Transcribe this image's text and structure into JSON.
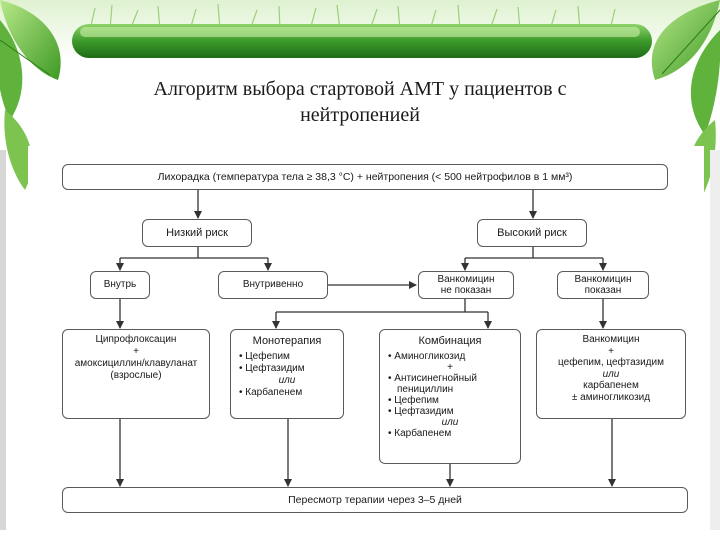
{
  "title": {
    "line1": "Алгоритм выбора стартовой АМТ у пациентов с",
    "line2": "нейтропенией"
  },
  "diagram": {
    "fever": "Лихорадка (температура тела ≥ 38,3 °С) + нейтропения (< 500 нейтрофилов в 1 мм³)",
    "low_risk": "Низкий риск",
    "high_risk": "Высокий риск",
    "oral": "Внутрь",
    "iv": "Внутривенно",
    "vanco_no": {
      "line1": "Ванкомицин",
      "line2": "не показан"
    },
    "vanco_yes": {
      "line1": "Ванкомицин",
      "line2": "показан"
    },
    "cipro": {
      "line1": "Ципрофлоксацин",
      "plus": "+",
      "line2": "амоксициллин/клавуланат",
      "line3": "(взрослые)"
    },
    "mono": {
      "header": "Монотерапия",
      "item1": "• Цефепим",
      "item2": "• Цефтазидим",
      "or": "или",
      "item3": "• Карбапенем"
    },
    "combo": {
      "header": "Комбинация",
      "item1": "• Аминогликозид",
      "plus": "+",
      "item2a": "• Антисинегнойный",
      "item2b": "пенициллин",
      "item3": "• Цефепим",
      "item4": "• Цефтазидим",
      "or": "или",
      "item5": "• Карбапенем"
    },
    "vanco_regimen": {
      "line1": "Ванкомицин",
      "plus": "+",
      "line2": "цефепим, цефтазидим",
      "or": "или",
      "line3": "карбапенем",
      "line4": "± аминогликозид"
    },
    "review": "Пересмотр терапии через 3–5 дней"
  },
  "colors": {
    "box_border": "#5a5a5a",
    "arrow": "#333333",
    "title_bar": "#3c9a2a"
  }
}
